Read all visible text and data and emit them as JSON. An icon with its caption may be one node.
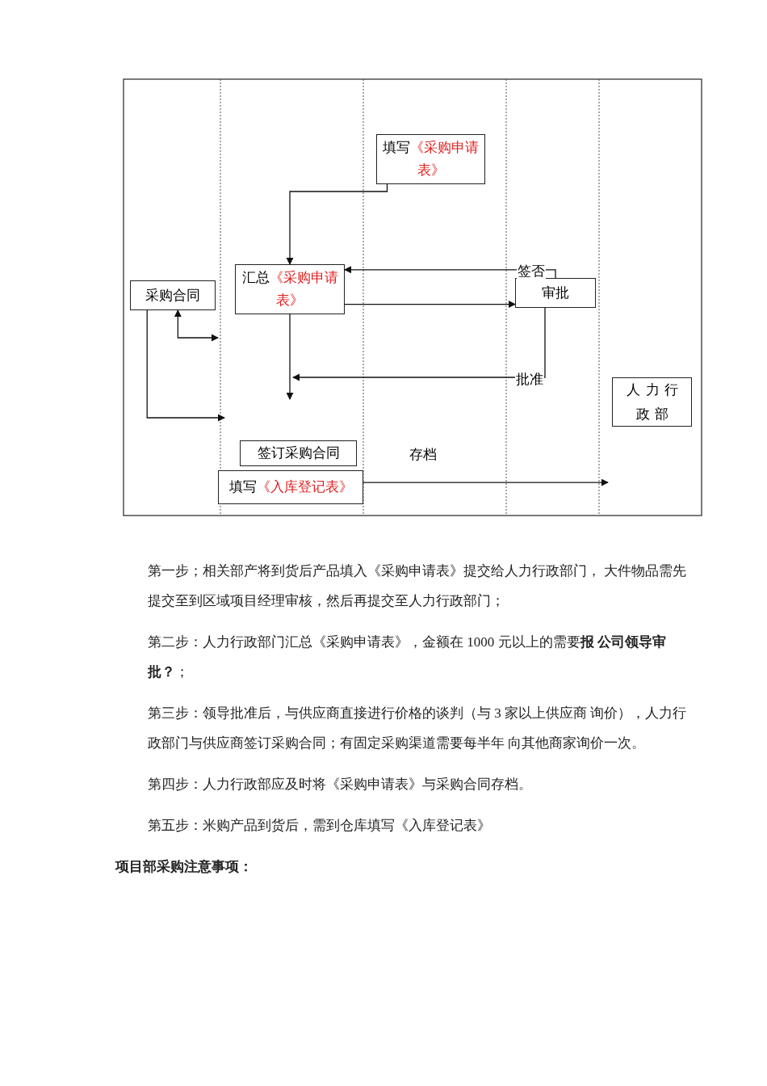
{
  "diagram": {
    "nodes": [
      {
        "text": [
          "填写",
          "《采购申请表》"
        ]
      },
      {
        "text": [
          "汇总",
          "《采购申请表》"
        ]
      },
      {
        "text": [
          "采购合同"
        ]
      },
      {
        "text": [
          "审批"
        ]
      },
      {
        "text": [
          "人力行政部"
        ]
      },
      {
        "text": [
          "签订采购合同"
        ]
      },
      {
        "text": [
          "填写",
          "《入库登记表》"
        ]
      }
    ],
    "edges": [
      {
        "from": 0,
        "to": 1,
        "arrow": "to"
      },
      {
        "from": 3,
        "to": 1,
        "arrow": "to",
        "label": "签否"
      },
      {
        "from": 1,
        "to": 3,
        "arrow": "to"
      },
      {
        "from": 2,
        "to": null,
        "arrow": "both"
      },
      {
        "from": 1,
        "to": null,
        "arrow": "to"
      },
      {
        "from": 3,
        "to": null,
        "arrow": "to",
        "label": "批准"
      },
      {
        "from": 2,
        "to": null,
        "arrow": "to"
      },
      {
        "from": 6,
        "to": null,
        "arrow": "to",
        "label": "存档"
      }
    ],
    "labels": [
      "第一步；相关部产将到货后产品填入《采购申请表》提交给人力行政部门， 大件物品需先提交至到区域项目经理审核，然后再提交至人力行政部门；",
      "第二步：人力行政部门汇总《采购申请表》，金额在 1000 元以上的需要**报 公司领导审批？**；",
      "第三步：领导批准后，与供应商直接进行价格的谈判（与 3 家以上供应商 询价），人力行政部门与供应商签订采购合同；有固定采购渠道需要每半年 向其他商家询价一次。",
      "第四步：人力行政部应及时将《采购申请表》与采购合同存档。",
      "第五步：米购产品到货后，需到仓库填写《入库登记表》",
      "项目部采购注意事项："
    ]
  }
}
